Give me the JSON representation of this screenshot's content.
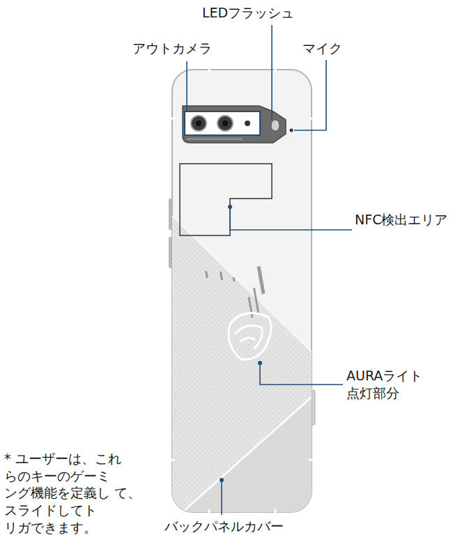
{
  "diagram": {
    "labels": [
      "LEDフラッシュ",
      "アウトカメラ",
      "マイク",
      "NFC検出エリア",
      "AURAライト 点灯部分",
      "* ユーザーは、これ らのキーのゲーミ ング機能を定義し て、スライドしてト リガできます。",
      "バックパネルカバー"
    ]
  }
}
